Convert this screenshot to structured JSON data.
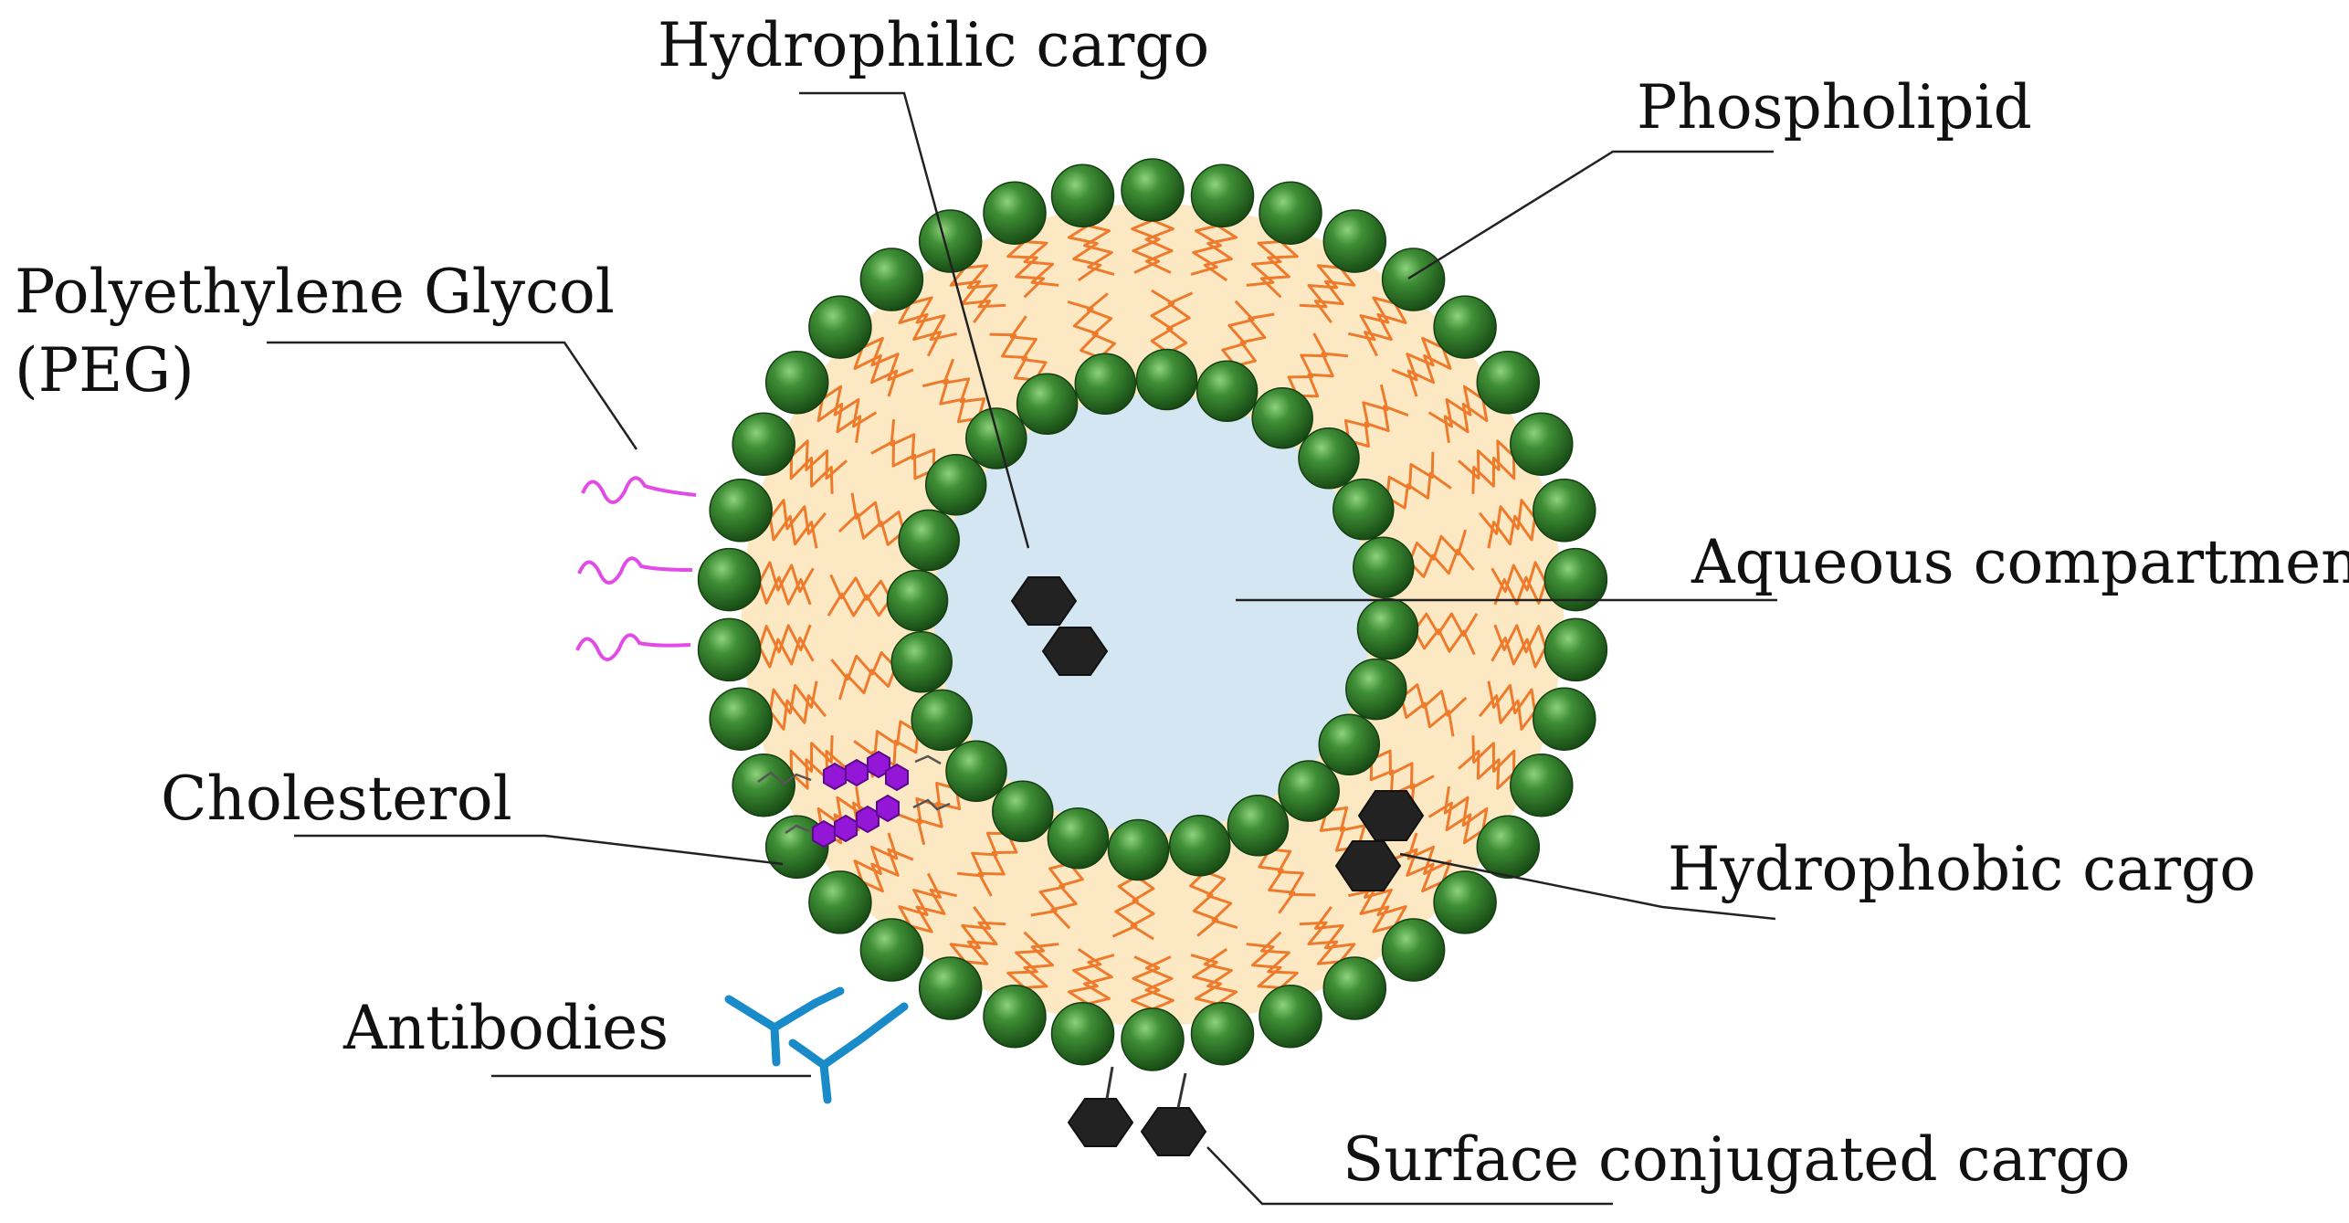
{
  "labels": {
    "hydrophilic_cargo": "Hydrophilic cargo",
    "phospholipid": "Phospholipid",
    "peg_line1": "Polyethylene Glycol",
    "peg_line2": "(PEG)",
    "aqueous_compartment": "Aqueous compartment",
    "cholesterol": "Cholesterol",
    "hydrophobic_cargo": "Hydrophobic cargo",
    "antibodies": "Antibodies",
    "surface_conjugated_cargo": "Surface conjugated cargo"
  },
  "colors": {
    "phospholipid_head": "#2f7a2a",
    "lipid_tail": "#ee7b2c",
    "bilayer_fill": "#fde8c4",
    "aqueous_fill": "#d5e6f3",
    "peg": "#e24ce6",
    "cholesterol": "#9416d6",
    "antibody": "#1a8bc9",
    "cargo": "#222222",
    "leader_line": "#222222"
  }
}
